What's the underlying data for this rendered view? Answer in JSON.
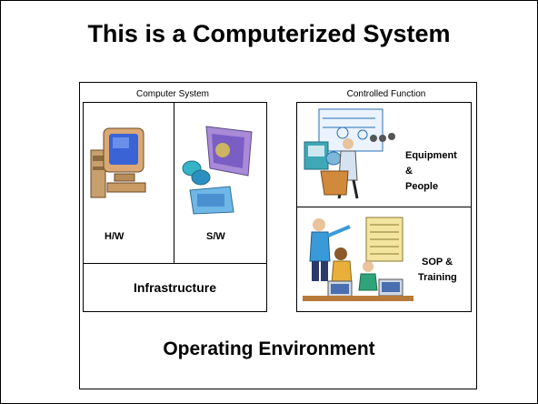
{
  "title": "This is a Computerized System",
  "captions": {
    "computer_system": "Computer System",
    "controlled_function": "Controlled Function"
  },
  "labels": {
    "hw": "H/W",
    "sw": "S/W",
    "infrastructure": "Infrastructure",
    "equipment": "Equipment",
    "amp": "&",
    "people": "People",
    "sop": "SOP &",
    "training": "Training"
  },
  "environment": "Operating Environment"
}
